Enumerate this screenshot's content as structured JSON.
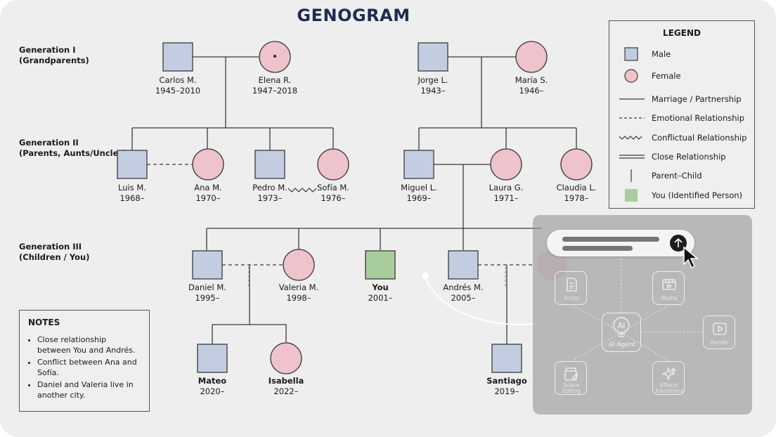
{
  "title": "GENOGRAM",
  "generations": [
    {
      "label": "Generation I\n(Grandparents)"
    },
    {
      "label": "Generation II\n(Parents, Aunts/Uncles)"
    },
    {
      "label": "Generation III\n(Children / You)"
    }
  ],
  "people": {
    "carlos": {
      "name": "Carlos M.",
      "years": "1945–2010",
      "sex": "male"
    },
    "elena": {
      "name": "Elena R.",
      "years": "1947–2018",
      "sex": "female"
    },
    "jorge": {
      "name": "Jorge L.",
      "years": "1943–",
      "sex": "male"
    },
    "maria": {
      "name": "María S.",
      "years": "1946–",
      "sex": "female"
    },
    "luis": {
      "name": "Luis M.",
      "years": "1968–",
      "sex": "male"
    },
    "ana": {
      "name": "Ana M.",
      "years": "1970–",
      "sex": "female"
    },
    "pedro": {
      "name": "Pedro M.",
      "years": "1973–",
      "sex": "male"
    },
    "sofia": {
      "name": "Sofía M.",
      "years": "1976–",
      "sex": "female"
    },
    "miguel": {
      "name": "Miguel L.",
      "years": "1969–",
      "sex": "male"
    },
    "laura": {
      "name": "Laura G.",
      "years": "1971–",
      "sex": "female"
    },
    "claudia": {
      "name": "Claudia L.",
      "years": "1978–",
      "sex": "female"
    },
    "daniel": {
      "name": "Daniel M.",
      "years": "1995–",
      "sex": "male"
    },
    "valeria": {
      "name": "Valeria M.",
      "years": "1998–",
      "sex": "female"
    },
    "you": {
      "name": "You",
      "years": "2001–",
      "sex": "identified"
    },
    "andres": {
      "name": "Andrés M.",
      "years": "2005–",
      "sex": "male"
    },
    "mateo": {
      "name": "Mateo",
      "years": "2020–",
      "sex": "male"
    },
    "isabella": {
      "name": "Isabella",
      "years": "2022–",
      "sex": "female"
    },
    "santiago": {
      "name": "Santiago",
      "years": "2019–",
      "sex": "male"
    }
  },
  "legend": {
    "title": "LEGEND",
    "items": [
      {
        "label": "Male",
        "symbol": "male"
      },
      {
        "label": "Female",
        "symbol": "female"
      },
      {
        "label": "Marriage / Partnership",
        "symbol": "solid-line"
      },
      {
        "label": "Emotional Relationship",
        "symbol": "dashed-line"
      },
      {
        "label": "Conflictual Relationship",
        "symbol": "zigzag-line"
      },
      {
        "label": "Close Relationship",
        "symbol": "double-line"
      },
      {
        "label": "Parent–Child",
        "symbol": "vertical-line"
      },
      {
        "label": "You (Identified Person)",
        "symbol": "identified"
      }
    ]
  },
  "notes": {
    "title": "NOTES",
    "items": [
      "Close relationship between You and Andrés.",
      "Conflict between Ana and Sofía.",
      "Daniel and Valeria live in another city."
    ]
  },
  "ai_panel": {
    "hub_label": "AI Agent",
    "hub_glyph": "AI",
    "tiles": {
      "script": "Script",
      "media": "Media",
      "render": "Render",
      "scene": "Scene\nEditing",
      "effects": "Effects\nTransitions"
    }
  },
  "colors": {
    "male": "#c3cde2",
    "female": "#eec3cc",
    "identified": "#a9cc9c",
    "line": "#3a3a3a",
    "title": "#1f2d4d"
  }
}
